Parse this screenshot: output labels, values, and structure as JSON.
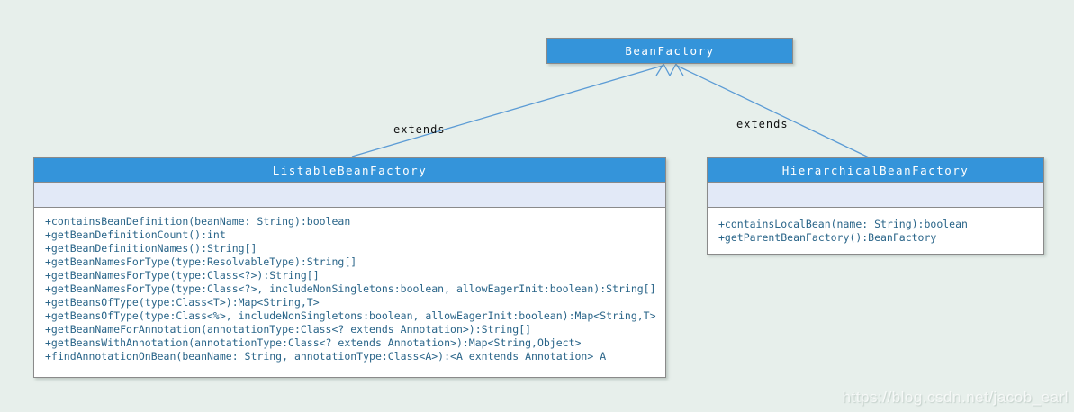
{
  "classes": {
    "bean_factory": {
      "name": "BeanFactory",
      "attributes": [],
      "methods": []
    },
    "listable": {
      "name": "ListableBeanFactory",
      "attributes": [],
      "methods": [
        "+containsBeanDefinition(beanName: String):boolean",
        "+getBeanDefinitionCount():int",
        "+getBeanDefinitionNames():String[]",
        "+getBeanNamesForType(type:ResolvableType):String[]",
        "+getBeanNamesForType(type:Class<?>):String[]",
        "+getBeanNamesForType(type:Class<?>, includeNonSingletons:boolean, allowEagerInit:boolean):String[]",
        "+getBeansOfType(type:Class<T>):Map<String,T>",
        "+getBeansOfType(type:Class<%>, includeNonSingletons:boolean, allowEagerInit:boolean):Map<String,T>",
        "+getBeanNameForAnnotation(annotationType:Class<? extends Annotation>):String[]",
        "+getBeansWithAnnotation(annotationType:Class<? extends Annotation>):Map<String,Object>",
        "+findAnnotationOnBean(beanName: String, annotationType:Class<A>):<A exntends Annotation> A"
      ]
    },
    "hierarchical": {
      "name": "HierarchicalBeanFactory",
      "attributes": [],
      "methods": [
        "+containsLocalBean(name: String):boolean",
        "+getParentBeanFactory():BeanFactory"
      ]
    }
  },
  "relationships": {
    "left": {
      "from": "ListableBeanFactory",
      "to": "BeanFactory",
      "label": "extends"
    },
    "right": {
      "from": "HierarchicalBeanFactory",
      "to": "BeanFactory",
      "label": "extends"
    }
  },
  "watermark": "https://blog.csdn.net/jacob_earl",
  "colors": {
    "background": "#e7efeb",
    "header_fill": "#3494da",
    "attribute_fill": "#e2e9f7",
    "line": "#5b9bd5",
    "method_text": "#2a6589"
  }
}
